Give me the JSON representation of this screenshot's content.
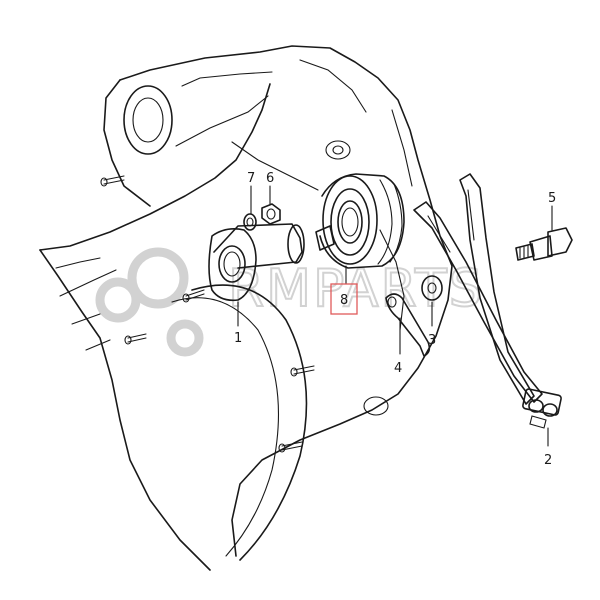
{
  "diagram": {
    "watermark": "RMPARTS",
    "callouts": [
      {
        "id": "1"
      },
      {
        "id": "2"
      },
      {
        "id": "3"
      },
      {
        "id": "4"
      },
      {
        "id": "5"
      },
      {
        "id": "6"
      },
      {
        "id": "7"
      },
      {
        "id": "8",
        "highlighted": true
      }
    ],
    "colors": {
      "line": "#1a1a1a",
      "highlight": "#e05a5a",
      "watermark": "#d2d2d2"
    }
  }
}
